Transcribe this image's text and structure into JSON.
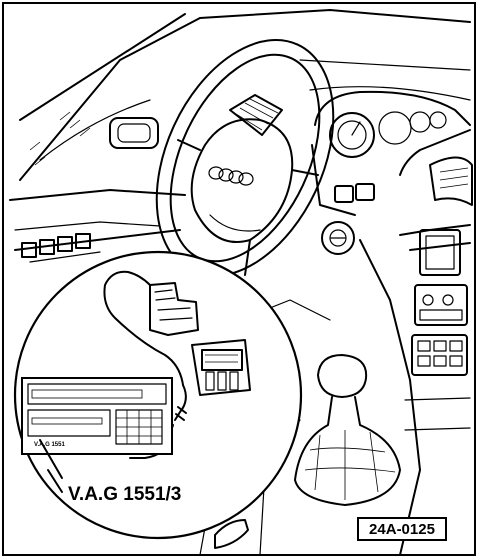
{
  "callout_label": "V.A.G 1551/3",
  "device_label": "V.A.G 1551",
  "figure_id": "24A-0125",
  "icons": {
    "audi_logo": "four-rings-logo"
  }
}
